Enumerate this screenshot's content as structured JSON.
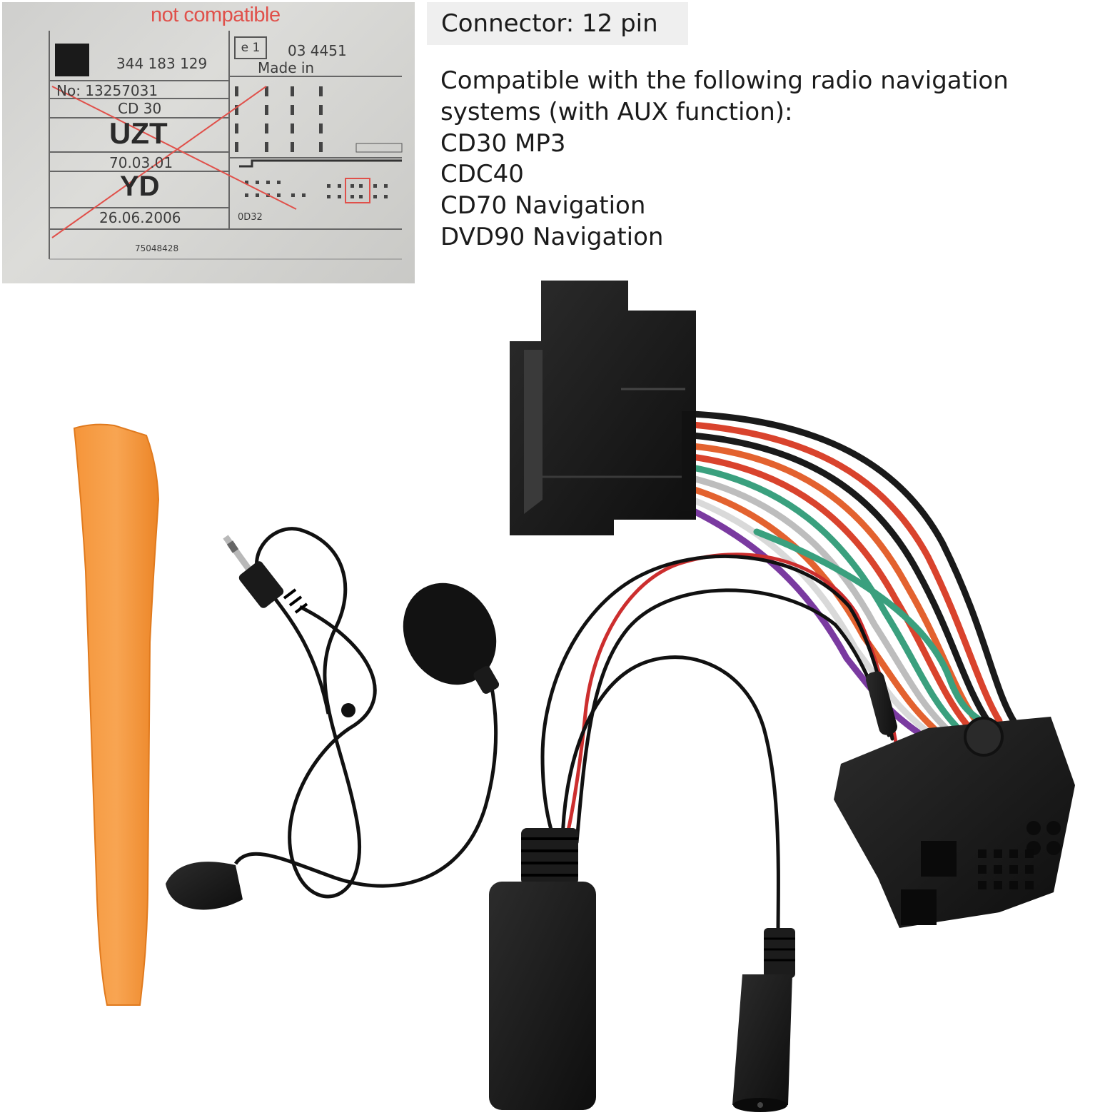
{
  "label_photo": {
    "warning": "not compatible",
    "part_number": "344 183 129",
    "approval_mark": "e 1",
    "cert_code": "03 4451",
    "made_in": "Made in",
    "serial_no": "No:   13257031",
    "model": "CD 30",
    "variant": "UZT",
    "date_code": "70.03.01",
    "region": "YD",
    "date": "26.06.2006",
    "sub_code": "0D32",
    "footer_code": "75048428"
  },
  "specs": {
    "connector": "Connector: 12 pin",
    "compat_intro_1": "Compatible with the following radio navigation",
    "compat_intro_2": "systems (with AUX function):",
    "models": [
      "CD30 MP3",
      "CDC40",
      "CD70 Navigation",
      "DVD90 Navigation"
    ]
  },
  "colors": {
    "cross": "#e0504a",
    "tool": "#f5953a",
    "plastic": "#1e1e1e"
  }
}
